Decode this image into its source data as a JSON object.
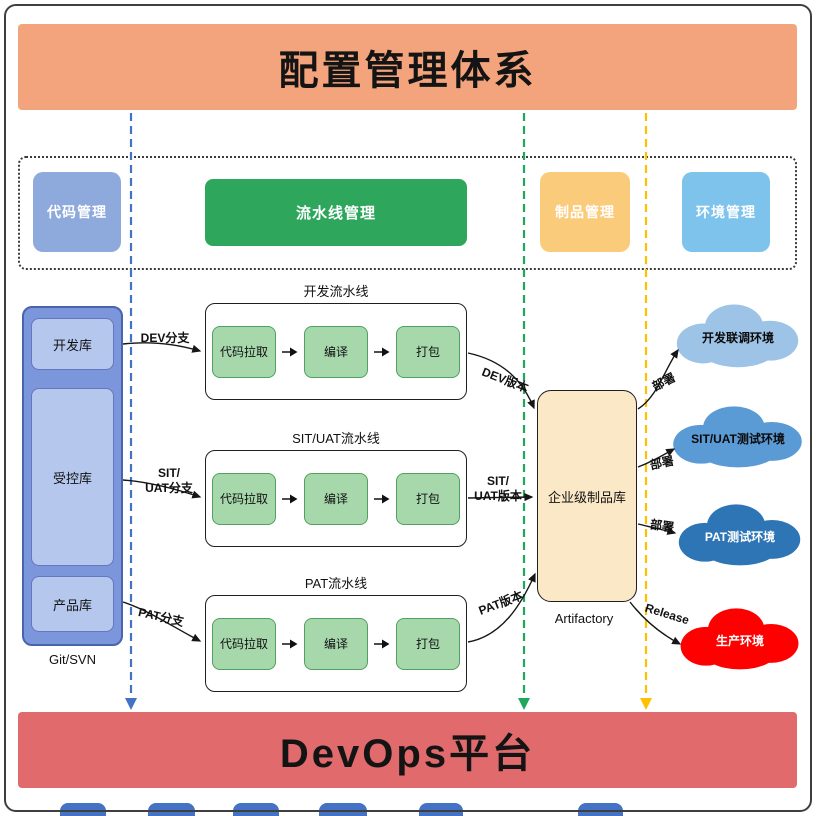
{
  "banners": {
    "top": "配置管理体系",
    "bottom": "DevOps平台"
  },
  "palette": {
    "banner_top": "#F4A47C",
    "banner_bottom": "#E16A6C",
    "repo_outer": "#7B96DB",
    "repo_outer_border": "#4A63AE",
    "repo_inner": "#B6C7EE",
    "repo_inner_border": "#6478BE",
    "step_fill": "#A7D8AC",
    "step_border": "#4FA15D",
    "artifact_fill": "#FBE8C7",
    "lane_code": "#4472C4",
    "lane_pipeline": "#1FA75B",
    "lane_artifact": "#FFC000",
    "cutoff": "#4472C4",
    "connector": "#161616"
  },
  "categories": [
    {
      "label": "代码管理",
      "color": "#8EA9DB"
    },
    {
      "label": "流水线管理",
      "color": "#2EA65B"
    },
    {
      "label": "制品管理",
      "color": "#FBCB7C"
    },
    {
      "label": "环境管理",
      "color": "#7EC3EB"
    }
  ],
  "source_repo": {
    "caption": "Git/SVN",
    "items": [
      {
        "label": "开发库"
      },
      {
        "label": "受控库"
      },
      {
        "label": "产品库"
      }
    ]
  },
  "pipelines": [
    {
      "title": "开发流水线",
      "steps": [
        "代码拉取",
        "编译",
        "打包"
      ]
    },
    {
      "title": "SIT/UAT流水线",
      "steps": [
        "代码拉取",
        "编译",
        "打包"
      ]
    },
    {
      "title": "PAT流水线",
      "steps": [
        "代码拉取",
        "编译",
        "打包"
      ]
    }
  ],
  "flow_labels": {
    "branch_dev": "DEV分支",
    "branch_sit_uat": "SIT/\nUAT分支",
    "branch_pat": "PAT分支",
    "version_dev": "DEV版本",
    "version_sit_uat": "SIT/\nUAT版本",
    "version_pat": "PAT版本",
    "deploy_dev": "部署",
    "deploy_sit_uat": "部署",
    "deploy_pat": "部署",
    "release": "Release"
  },
  "artifact_repo": {
    "label": "企业级制品库",
    "caption": "Artifactory"
  },
  "environments": [
    {
      "label": "开发联调环境",
      "color": "#9DC3E6",
      "text_color": "#0A0A0A"
    },
    {
      "label": "SIT/UAT测试环境",
      "color": "#5B9BD5",
      "text_color": "#0A0A0A"
    },
    {
      "label": "PAT测试环境",
      "color": "#2E75B6",
      "text_color": "#FFFFFF"
    },
    {
      "label": "生产环境",
      "color": "#FF0000",
      "text_color": "#FFFFFF"
    }
  ]
}
